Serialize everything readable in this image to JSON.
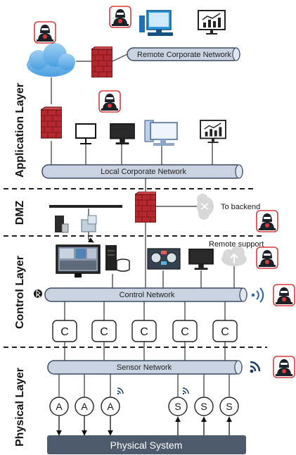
{
  "layers": {
    "application": "Application Layer",
    "dmz": "DMZ",
    "control": "Control Layer",
    "physical": "Physical Layer"
  },
  "networks": {
    "remote": "Remote Corporate Network",
    "local": "Local Corporate Network",
    "control": "Control Network",
    "sensor": "Sensor Network"
  },
  "labels": {
    "to_backend": "To backend",
    "remote_support": "Remote support",
    "physical_system": "Physical System"
  },
  "controller_label": "C",
  "actuator_label": "A",
  "sensor_label": "S",
  "colors": {
    "pipe_fill": "#c9d3e2",
    "pipe_stroke": "#3c4a63",
    "firewall": "#b5282e",
    "physical_box": "#4d5b6d",
    "hacker_border": "#d63b3b"
  }
}
